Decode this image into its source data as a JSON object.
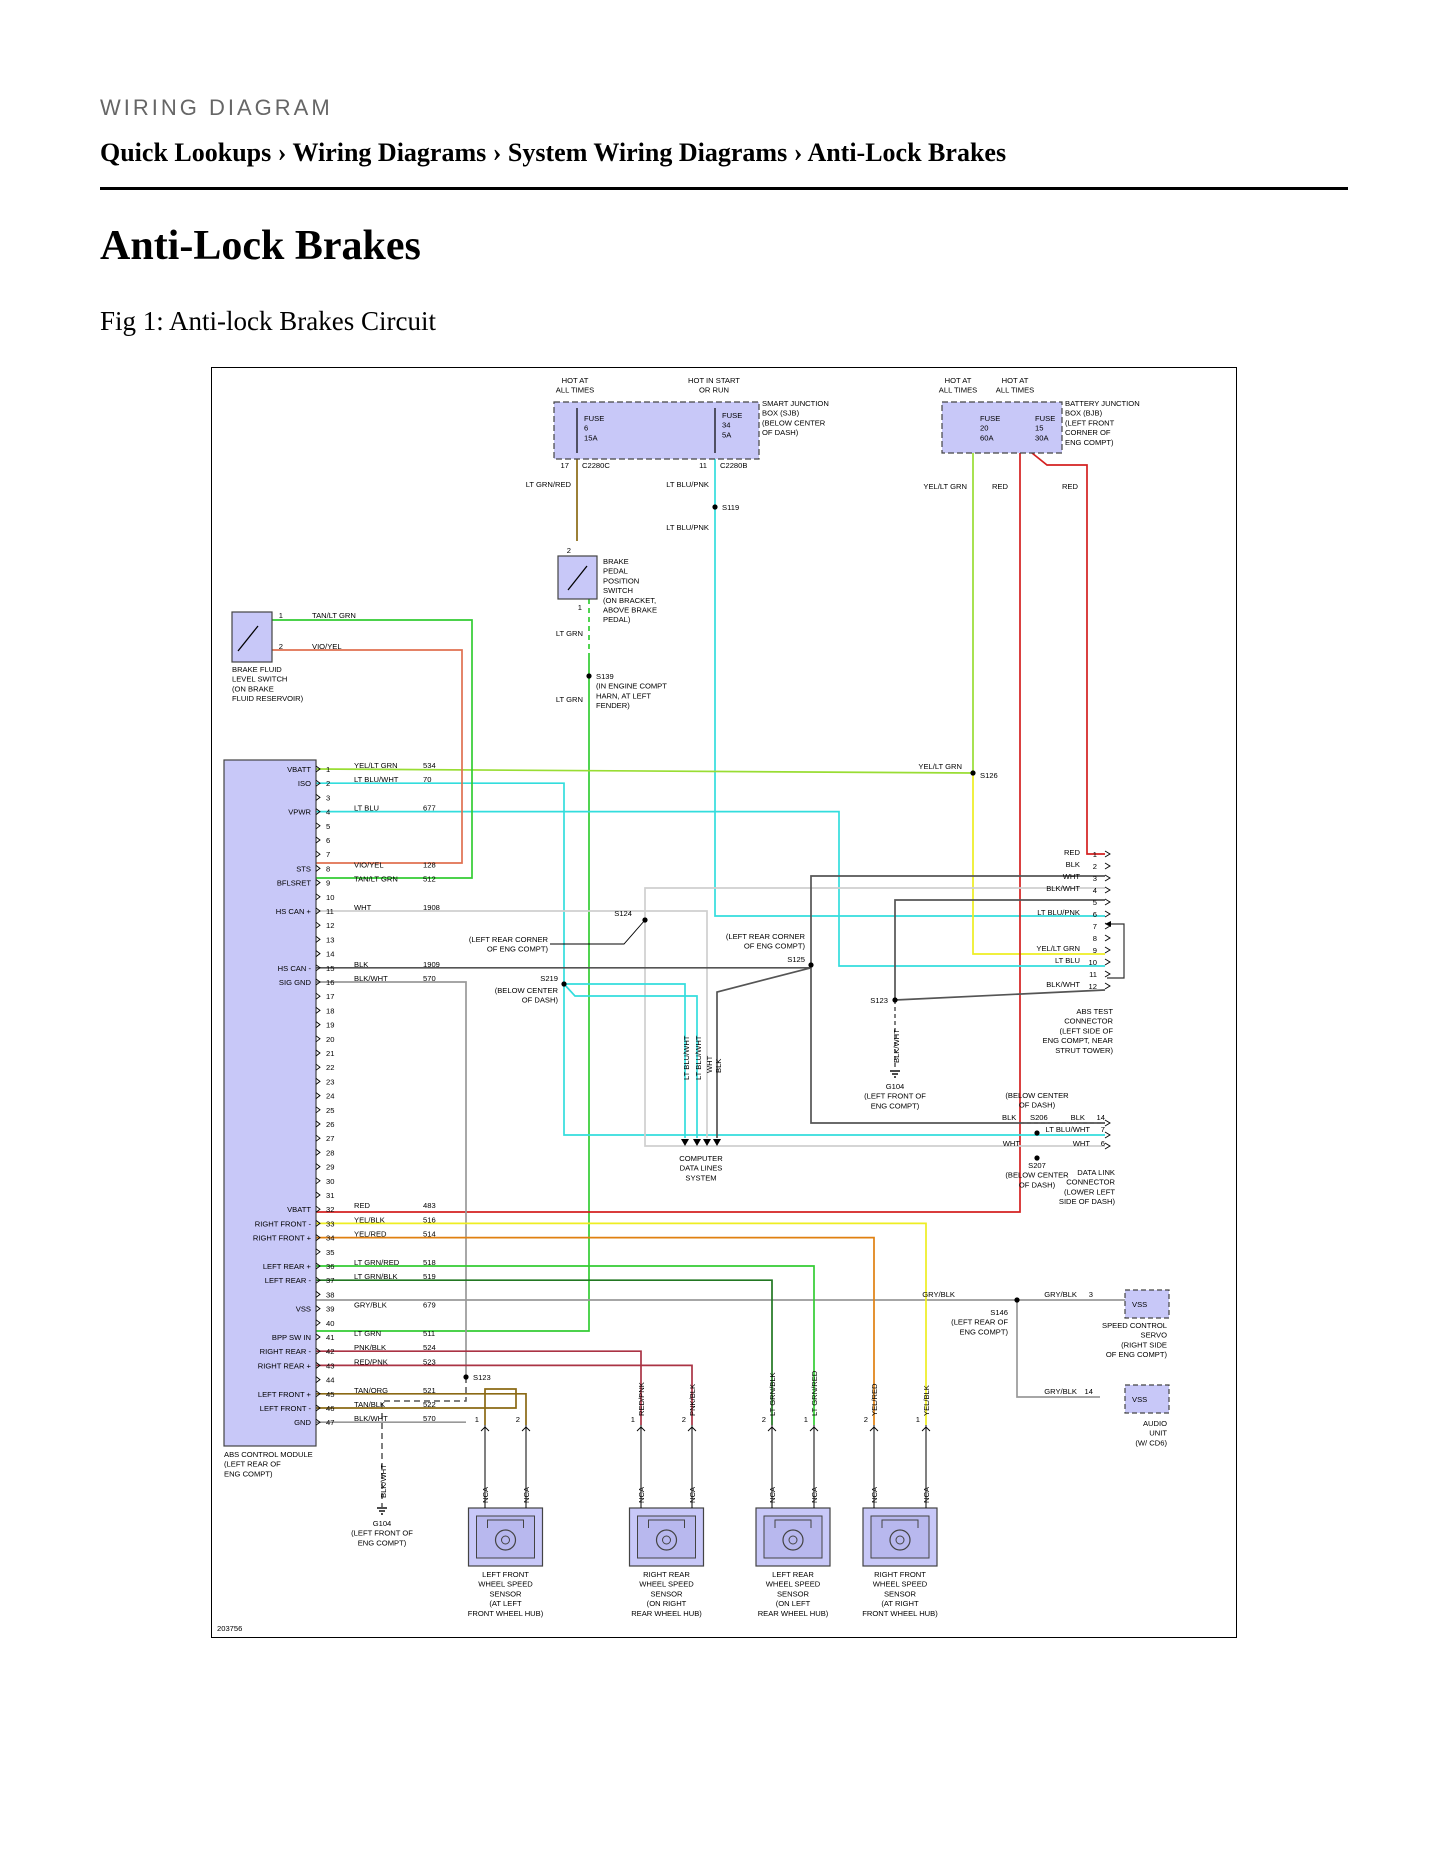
{
  "header": {
    "section_label": "WIRING DIAGRAM",
    "breadcrumb": [
      {
        "label": "Quick Lookups"
      },
      {
        "label": "Wiring Diagrams"
      },
      {
        "label": "System Wiring Diagrams"
      },
      {
        "label": "Anti-Lock Brakes"
      }
    ],
    "separator": "›"
  },
  "title": "Anti-Lock Brakes",
  "figure_caption": "Fig 1: Anti-lock Brakes Circuit",
  "diagram": {
    "figure_id": "203756",
    "colors": {
      "component_fill": "#c8c8f8",
      "red": "#d42020",
      "green": "#33cc33",
      "yellow_green": "#99dd33",
      "yellow": "#eeee22",
      "cyan": "#33dddd",
      "orange": "#e08010",
      "brown": "#8b6914",
      "gray": "#999999",
      "dark_green": "#227722"
    },
    "power": {
      "sjb_hot1": [
        "HOT AT",
        "ALL TIMES"
      ],
      "sjb_hot2": [
        "HOT IN START",
        "OR RUN"
      ],
      "sjb_label": [
        "SMART JUNCTION",
        "BOX (SJB)",
        "(BELOW CENTER",
        "OF DASH)"
      ],
      "sjb_fuse6": [
        "FUSE",
        "6",
        "15A"
      ],
      "sjb_fuse34": [
        "FUSE",
        "34",
        "5A"
      ],
      "bjb_hot1": [
        "HOT AT",
        "ALL TIMES"
      ],
      "bjb_hot2": [
        "HOT AT",
        "ALL TIMES"
      ],
      "bjb_label": [
        "BATTERY JUNCTION",
        "BOX (BJB)",
        "(LEFT FRONT",
        "CORNER OF",
        "ENG COMPT)"
      ],
      "bjb_fuse20": [
        "FUSE",
        "20",
        "60A"
      ],
      "bjb_fuse15": [
        "FUSE",
        "15",
        "30A"
      ]
    },
    "connectors": {
      "c2280c_pin": "17",
      "c2280c": "C2280C",
      "c2280b_pin": "11",
      "c2280b": "C2280B"
    },
    "wire_labels": {
      "lt_grn_red": "LT GRN/RED",
      "lt_blu_pnk": "LT BLU/PNK",
      "lt_blu_pnk2": "LT BLU/PNK",
      "yel_lt_grn": "YEL/LT GRN",
      "red1": "RED",
      "red2": "RED",
      "lt_grn1": "LT GRN",
      "lt_grn2": "LT GRN",
      "tan_lt_grn": "TAN/LT GRN",
      "vio_yel": "VIO/YEL",
      "yel_lt_grn_top": "YEL/LT GRN",
      "gry_blk1": "GRY/BLK",
      "gry_blk2": "GRY/BLK",
      "gry_blk3": "GRY/BLK",
      "blk_wht_g104": "BLK/WHT",
      "blk_wht_g104b": "BLK/WHT",
      "lt_blu_wht_v": "LT BLU/WHT",
      "lt_blu_wht_v2": "LT BLU/WHT",
      "wht_v": "WHT",
      "blk_v": "BLK",
      "dlc_blk1": "BLK",
      "dlc_blk2": "BLK",
      "dlc_lt_blu_wht": "LT BLU/WHT",
      "dlc_wht1": "WHT",
      "dlc_wht2": "WHT"
    },
    "switches": {
      "bpp_label": [
        "BRAKE",
        "PEDAL",
        "POSITION",
        "SWITCH",
        "(ON BRACKET,",
        "ABOVE BRAKE",
        "PEDAL)"
      ],
      "bpp_pin_top": "2",
      "bpp_pin_bot": "1",
      "bfl_label": [
        "BRAKE FLUID",
        "LEVEL SWITCH",
        "(ON BRAKE",
        "FLUID RESERVOIR)"
      ],
      "bfl_pin1": "1",
      "bfl_pin2": "2"
    },
    "splices": {
      "s119": "S119",
      "s139": [
        "S139",
        "(IN ENGINE COMPT",
        "HARN, AT LEFT",
        "FENDER)"
      ],
      "s126": "S126",
      "s124": "S124",
      "s124_desc": [
        "(LEFT REAR CORNER",
        "OF ENG COMPT)"
      ],
      "s125": "S125",
      "s125_desc": [
        "(LEFT REAR CORNER",
        "OF ENG COMPT)"
      ],
      "s219": "S219",
      "s219_desc": [
        "(BELOW CENTER",
        "OF DASH)"
      ],
      "s123": "S123",
      "s123b": "S123",
      "s206": "S206",
      "s206_desc": [
        "(BELOW CENTER",
        "OF DASH)"
      ],
      "s207": [
        "S207",
        "(BELOW CENTER",
        "OF DASH)"
      ],
      "s146": [
        "S146",
        "(LEFT REAR OF",
        "ENG COMPT)"
      ]
    },
    "abs_module": {
      "label": [
        "ABS CONTROL MODULE",
        "(LEFT REAR OF",
        "ENG COMPT)"
      ],
      "pin_names": [
        {
          "pin": 1,
          "name": "VBATT"
        },
        {
          "pin": 2,
          "name": "ISO"
        },
        {
          "pin": 4,
          "name": "VPWR"
        },
        {
          "pin": 8,
          "name": "STS"
        },
        {
          "pin": 9,
          "name": "BFLSRET"
        },
        {
          "pin": 11,
          "name": "HS CAN +"
        },
        {
          "pin": 15,
          "name": "HS CAN -"
        },
        {
          "pin": 16,
          "name": "SIG GND"
        },
        {
          "pin": 32,
          "name": "VBATT"
        },
        {
          "pin": 33,
          "name": "RIGHT FRONT -"
        },
        {
          "pin": 34,
          "name": "RIGHT FRONT +"
        },
        {
          "pin": 36,
          "name": "LEFT REAR +"
        },
        {
          "pin": 37,
          "name": "LEFT REAR -"
        },
        {
          "pin": 39,
          "name": "VSS"
        },
        {
          "pin": 41,
          "name": "BPP SW IN"
        },
        {
          "pin": 42,
          "name": "RIGHT REAR -"
        },
        {
          "pin": 43,
          "name": "RIGHT REAR +"
        },
        {
          "pin": 45,
          "name": "LEFT FRONT +"
        },
        {
          "pin": 46,
          "name": "LEFT FRONT -"
        },
        {
          "pin": 47,
          "name": "GND"
        }
      ],
      "pin_count": 47,
      "wires": [
        {
          "pin": 1,
          "color": "YEL/LT GRN",
          "circuit": "534"
        },
        {
          "pin": 2,
          "color": "LT BLU/WHT",
          "circuit": "70"
        },
        {
          "pin": 4,
          "color": "LT BLU",
          "circuit": "677"
        },
        {
          "pin": 8,
          "color": "VIO/YEL",
          "circuit": "128"
        },
        {
          "pin": 9,
          "color": "TAN/LT GRN",
          "circuit": "512"
        },
        {
          "pin": 11,
          "color": "WHT",
          "circuit": "1908"
        },
        {
          "pin": 15,
          "color": "BLK",
          "circuit": "1909"
        },
        {
          "pin": 16,
          "color": "BLK/WHT",
          "circuit": "570"
        },
        {
          "pin": 32,
          "color": "RED",
          "circuit": "483"
        },
        {
          "pin": 33,
          "color": "YEL/BLK",
          "circuit": "516"
        },
        {
          "pin": 34,
          "color": "YEL/RED",
          "circuit": "514"
        },
        {
          "pin": 36,
          "color": "LT GRN/RED",
          "circuit": "518"
        },
        {
          "pin": 37,
          "color": "LT GRN/BLK",
          "circuit": "519"
        },
        {
          "pin": 39,
          "color": "GRY/BLK",
          "circuit": "679"
        },
        {
          "pin": 41,
          "color": "LT GRN",
          "circuit": "511"
        },
        {
          "pin": 42,
          "color": "PNK/BLK",
          "circuit": "524"
        },
        {
          "pin": 43,
          "color": "RED/PNK",
          "circuit": "523"
        },
        {
          "pin": 45,
          "color": "TAN/ORG",
          "circuit": "521"
        },
        {
          "pin": 46,
          "color": "TAN/BLK",
          "circuit": "522"
        },
        {
          "pin": 47,
          "color": "BLK/WHT",
          "circuit": "570"
        }
      ]
    },
    "abs_test_connector": {
      "label": [
        "ABS TEST",
        "CONNECTOR",
        "(LEFT SIDE OF",
        "ENG COMPT, NEAR",
        "STRUT TOWER)"
      ],
      "pins": [
        {
          "pin": "1",
          "color": "RED"
        },
        {
          "pin": "2",
          "color": "BLK"
        },
        {
          "pin": "3",
          "color": "WHT"
        },
        {
          "pin": "4",
          "color": "BLK/WHT"
        },
        {
          "pin": "5",
          "color": ""
        },
        {
          "pin": "6",
          "color": "LT BLU/PNK"
        },
        {
          "pin": "7",
          "color": ""
        },
        {
          "pin": "8",
          "color": ""
        },
        {
          "pin": "9",
          "color": "YEL/LT GRN"
        },
        {
          "pin": "10",
          "color": "LT BLU"
        },
        {
          "pin": "11",
          "color": ""
        },
        {
          "pin": "12",
          "color": "BLK/WHT"
        }
      ]
    },
    "dlc": {
      "label": [
        "DATA LINK",
        "CONNECTOR",
        "(LOWER LEFT",
        "SIDE OF DASH)"
      ],
      "pin14": "14",
      "pin7": "7",
      "pin6": "6"
    },
    "computer_data_lines": [
      "COMPUTER",
      "DATA LINES",
      "SYSTEM"
    ],
    "g104_center": [
      "G104",
      "(LEFT FRONT OF",
      "ENG COMPT)"
    ],
    "g104_bottom": [
      "G104",
      "(LEFT FRONT OF",
      "ENG COMPT)"
    ],
    "speed_control": {
      "label": [
        "SPEED CONTROL",
        "SERVO",
        "(RIGHT SIDE",
        "OF ENG COMPT)"
      ],
      "vss": "VSS",
      "pin": "3"
    },
    "audio_unit": {
      "label": [
        "AUDIO",
        "UNIT",
        "(W/ CD6)"
      ],
      "vss": "VSS",
      "pin": "14"
    },
    "wheel_sensors": [
      {
        "name": [
          "LEFT FRONT",
          "WHEEL SPEED",
          "SENSOR",
          "(AT LEFT",
          "FRONT WHEEL HUB)"
        ],
        "pins": [
          "1",
          "2"
        ],
        "nca": [
          "NCA",
          "NCA"
        ],
        "wires": [
          "",
          ""
        ]
      },
      {
        "name": [
          "RIGHT REAR",
          "WHEEL SPEED",
          "SENSOR",
          "(ON RIGHT",
          "REAR WHEEL HUB)"
        ],
        "pins": [
          "1",
          "2"
        ],
        "nca": [
          "NCA",
          "NCA"
        ],
        "wires": [
          "RED/PNK",
          "PNK/BLK"
        ]
      },
      {
        "name": [
          "LEFT REAR",
          "WHEEL SPEED",
          "SENSOR",
          "(ON LEFT",
          "REAR WHEEL HUB)"
        ],
        "pins": [
          "2",
          "1"
        ],
        "nca": [
          "NCA",
          "NCA"
        ],
        "wires": [
          "LT GRN/BLK",
          "LT GRN/RED"
        ]
      },
      {
        "name": [
          "RIGHT FRONT",
          "WHEEL SPEED",
          "SENSOR",
          "(AT RIGHT",
          "FRONT WHEEL HUB)"
        ],
        "pins": [
          "2",
          "1"
        ],
        "nca": [
          "NCA",
          "NCA"
        ],
        "wires": [
          "YEL/RED",
          "YEL/BLK"
        ]
      }
    ]
  }
}
